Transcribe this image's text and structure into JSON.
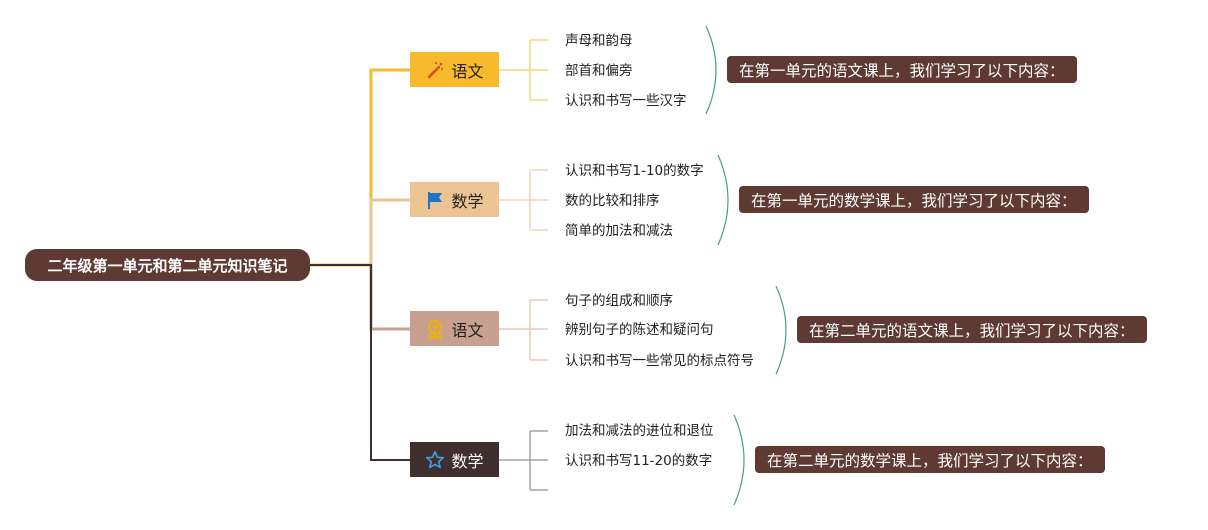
{
  "root": {
    "title": "二年级第一单元和第二单元知识笔记"
  },
  "branches": [
    {
      "label": "语文",
      "icon": "magic-wand-icon",
      "color": "#f7b92d",
      "text_color": "#222222",
      "leaves": [
        "声母和韵母",
        "部首和偏旁",
        "认识和书写一些汉字"
      ],
      "summary": "在第一单元的语文课上，我们学习了以下内容："
    },
    {
      "label": "数学",
      "icon": "flag-icon",
      "color": "#ecc491",
      "text_color": "#222222",
      "leaves": [
        "认识和书写1-10的数字",
        "数的比较和排序",
        "简单的加法和减法"
      ],
      "summary": "在第一单元的数学课上，我们学习了以下内容："
    },
    {
      "label": "语文",
      "icon": "award-ribbon-icon",
      "color": "#c9a08f",
      "text_color": "#222222",
      "leaves": [
        "句子的组成和顺序",
        "辨别句子的陈述和疑问句",
        "认识和书写一些常见的标点符号"
      ],
      "summary": "在第二单元的语文课上，我们学习了以下内容："
    },
    {
      "label": "数学",
      "icon": "star-icon",
      "color": "#3f2f2e",
      "text_color": "#ffffff",
      "leaves": [
        "加法和减法的进位和退位",
        "认识和书写11-20的数字",
        ""
      ],
      "summary": "在第二单元的数学课上，我们学习了以下内容："
    }
  ],
  "colors": {
    "root_bg": "#5e3a33",
    "summary_bg": "#5e3a33",
    "brace": "#4f9a84"
  }
}
